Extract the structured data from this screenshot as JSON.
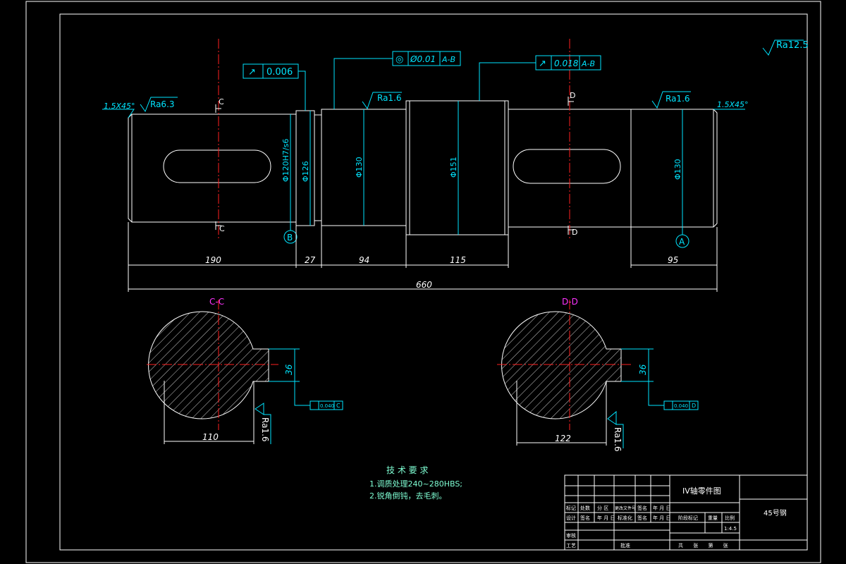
{
  "drawing": {
    "surface_finish_general": "Ra12.5",
    "chamfer_left": "1.5X45°",
    "chamfer_right": "1.5X45°",
    "roughness": {
      "left_end": "Ra6.3",
      "mid_left": "Ra1.6",
      "right": "Ra1.6",
      "keyway_c": "Ra1.6",
      "keyway_d": "Ra1.6"
    },
    "tolerance_frames": {
      "runout": {
        "symbol": "↗",
        "value": "0.006"
      },
      "concentricity": {
        "symbol": "◎",
        "value": "Ø0.01",
        "datum": "A-B"
      },
      "circular_runout": {
        "symbol": "↗",
        "value": "0.018",
        "datum": "A-B"
      }
    },
    "section_markers": {
      "c_top": "C",
      "c_bottom": "C",
      "d_top": "D",
      "d_bottom": "D"
    },
    "datum_labels": {
      "b": "B",
      "a": "A"
    },
    "diameters": {
      "d1": "Φ120H7/s6",
      "d2": "Φ126",
      "d3": "Φ130",
      "d4": "Φ151",
      "d5": "Φ130"
    },
    "lengths": {
      "l1": "190",
      "l2": "27",
      "l3": "94",
      "l4": "115",
      "l5": "95",
      "total": "660"
    },
    "sections": {
      "cc": {
        "title": "C-C",
        "keyway_width": "36",
        "depth": "110",
        "tolerance_box": "0.040",
        "tolerance_datum": "C",
        "roughness": "Ra1.6"
      },
      "dd": {
        "title": "D-D",
        "keyway_width": "36",
        "depth": "122",
        "tolerance_box": "0.040",
        "tolerance_datum": "D",
        "roughness": "Ra1.6"
      }
    },
    "technical_requirements": {
      "title": "技 术 要 求",
      "item1": "1.调质处理240~280HBS;",
      "item2": "2.锐角倒钝，去毛刺。"
    },
    "title_block": {
      "part_name": "IV轴零件图",
      "material": "45号钢",
      "scale": "1:4.5",
      "row_marks": [
        "标记",
        "处数",
        "分 区",
        "更改文件号",
        "签名",
        "年 月 日"
      ],
      "row_design": [
        "设计",
        "签名",
        "年 月 日",
        "标准化",
        "签名",
        "年 月 日"
      ],
      "stage_mark": "阶段标记",
      "weight": "重量",
      "ratio": "比例",
      "review": "审核",
      "process": "工艺",
      "approve": "批准",
      "sheets": "共 张 第 张"
    }
  }
}
